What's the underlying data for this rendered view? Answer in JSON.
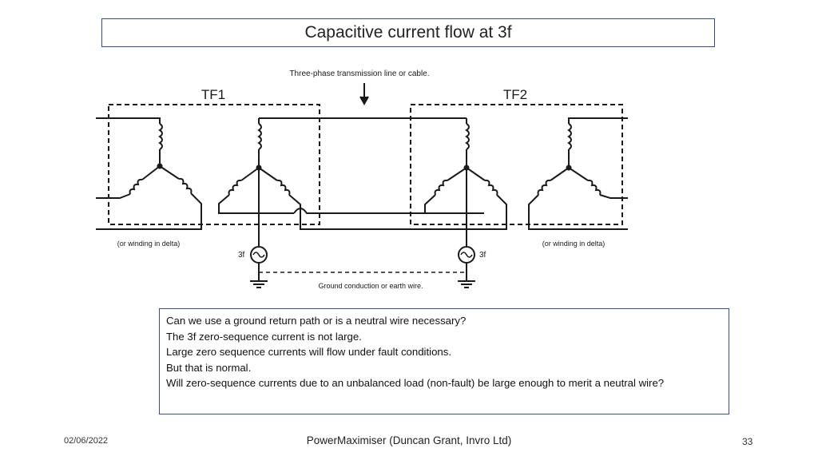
{
  "slide": {
    "title": "Capacitive current flow at 3f",
    "line_label": "Three-phase transmission line or cable.",
    "tf1_label": "TF1",
    "tf2_label": "TF2",
    "delta_left": "(or winding in delta)",
    "delta_right": "(or winding in delta)",
    "source_left_label": "3f",
    "source_right_label": "3f",
    "ground_label": "Ground conduction or earth wire."
  },
  "questions": [
    "Can we use a ground return path or is a neutral wire necessary?",
    "The 3f zero-sequence  current is not large.",
    "Large zero sequence currents will flow under fault conditions.",
    "But that is normal.",
    "Will zero-sequence  currents due to an unbalanced load (non-fault) be large enough to merit a neutral wire?"
  ],
  "footer": {
    "date": "02/06/2022",
    "center": "PowerMaximiser  (Duncan Grant, Invro Ltd)",
    "page": "33"
  }
}
